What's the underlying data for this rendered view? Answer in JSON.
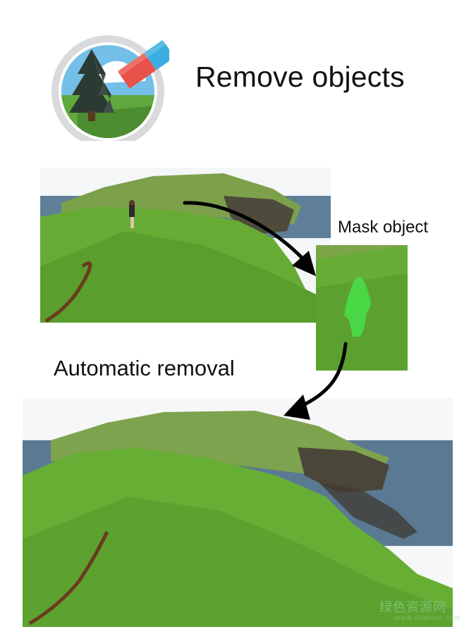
{
  "header": {
    "title": "Remove objects",
    "logo_icon": "eraser-over-landscape-icon"
  },
  "steps": {
    "mask_label": "Mask object",
    "removal_label": "Automatic removal"
  },
  "images": {
    "before": "coastal-landscape-with-person",
    "mask": "masked-person-green-overlay",
    "after": "coastal-landscape-person-removed"
  },
  "colors": {
    "grass": "#5ea832",
    "sky": "#f4f6f8",
    "sea": "#5a7a93",
    "mask": "#45e04a",
    "eraser_red": "#e8524a",
    "eraser_blue": "#3aaee0",
    "arrow": "#000000"
  },
  "watermark": {
    "main": "绿色资源网",
    "sub": "www.downcc.com"
  }
}
